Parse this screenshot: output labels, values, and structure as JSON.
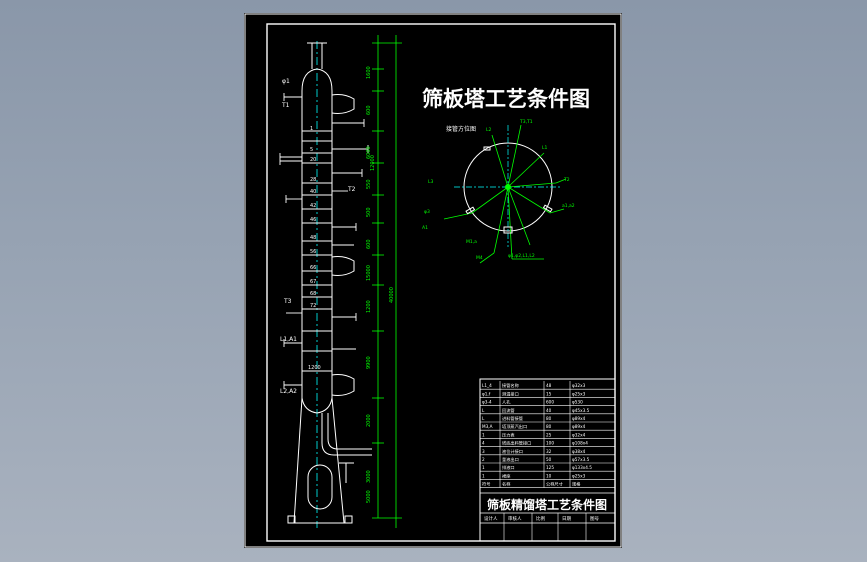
{
  "title": "筛板塔工艺条件图",
  "title_block_title": "筛板精馏塔工艺条件图",
  "orientation_label": "接管方位图",
  "column_labels": {
    "nozzles": [
      "φ1",
      "T1",
      "T2",
      "T3",
      "L1,A1",
      "L2,A2"
    ],
    "stages": [
      "1",
      "5",
      "20",
      "28",
      "40",
      "42",
      "46",
      "48",
      "56",
      "66",
      "67",
      "68",
      "72",
      "1200"
    ],
    "dimensions": [
      "1600",
      "600",
      "6000",
      "12000",
      "550",
      "500",
      "600",
      "15000",
      "1200",
      "9900",
      "2000",
      "3000",
      "40000",
      "5000"
    ]
  },
  "table_rows": [
    [
      "L1_4",
      "接管名称",
      "48",
      "φ32x3"
    ],
    [
      "φ1,f",
      "测温接口",
      "15",
      "φ25x3"
    ],
    [
      "φ3-4",
      "人孔",
      "600",
      "φ530"
    ],
    [
      "L",
      "回流管",
      "40",
      "φ45x3.5"
    ],
    [
      "L",
      "进料管接管",
      "80",
      "φ89x4"
    ],
    [
      "M3,A",
      "塔顶蒸汽出口",
      "80",
      "φ89x4"
    ],
    [
      "1",
      "压力表",
      "25",
      "φ32x4"
    ],
    [
      "4",
      "塔底出料管接口",
      "100",
      "φ108x4"
    ],
    [
      "3",
      "液位计接口",
      "32",
      "φ38x4"
    ],
    [
      "2",
      "釜液出口",
      "50",
      "φ57x3.5"
    ],
    [
      "1",
      "排液口",
      "125",
      "φ133x4.5"
    ],
    [
      "1",
      "裙座",
      "10",
      "φ25x3"
    ]
  ],
  "table_header": [
    "符号",
    "名称",
    "公称尺寸",
    "规格"
  ],
  "title_block_footer": [
    "设计人",
    "审核人",
    "比例",
    "日期",
    "图号"
  ],
  "orientation_labels": [
    "T3,T1",
    "L2",
    "L1",
    "T2",
    "a1,a2",
    "L3",
    "φ3",
    "A1",
    "M1,a",
    "φ1,φ2,L1,L2",
    "M4"
  ]
}
